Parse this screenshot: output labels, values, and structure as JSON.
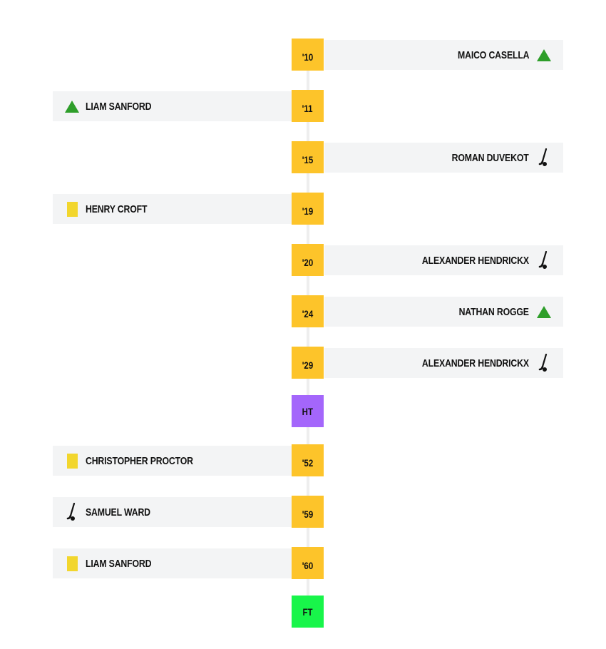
{
  "events": [
    {
      "minute": "'10",
      "side": "right",
      "player": "MAICO CASELLA",
      "icon": "green-triangle-icon"
    },
    {
      "minute": "'11",
      "side": "left",
      "player": "LIAM SANFORD",
      "icon": "green-triangle-icon"
    },
    {
      "minute": "'15",
      "side": "right",
      "player": "ROMAN DUVEKOT",
      "icon": "hockey-stick-ball-icon"
    },
    {
      "minute": "'19",
      "side": "left",
      "player": "HENRY CROFT",
      "icon": "yellow-card-icon"
    },
    {
      "minute": "'20",
      "side": "right",
      "player": "ALEXANDER HENDRICKX",
      "icon": "hockey-stick-ball-icon"
    },
    {
      "minute": "'24",
      "side": "right",
      "player": "NATHAN ROGGE",
      "icon": "green-triangle-icon"
    },
    {
      "minute": "'29",
      "side": "right",
      "player": "ALEXANDER HENDRICKX",
      "icon": "hockey-stick-ball-icon"
    },
    {
      "minute": "'52",
      "side": "left",
      "player": "CHRISTOPHER PROCTOR",
      "icon": "yellow-card-icon"
    },
    {
      "minute": "'59",
      "side": "left",
      "player": "SAMUEL WARD",
      "icon": "hockey-stick-ball-icon"
    },
    {
      "minute": "'60",
      "side": "left",
      "player": "LIAM SANFORD",
      "icon": "yellow-card-icon"
    }
  ],
  "markers": {
    "half_time": {
      "label": "HT",
      "color": "#a466fb"
    },
    "full_time": {
      "label": "FT",
      "color": "#18f54a"
    }
  },
  "colors": {
    "minute_badge": "#fdc42a",
    "card_background": "#f3f4f5",
    "green_triangle": "#2e9e2a",
    "yellow_card": "#f2d62d",
    "text": "#111111"
  }
}
